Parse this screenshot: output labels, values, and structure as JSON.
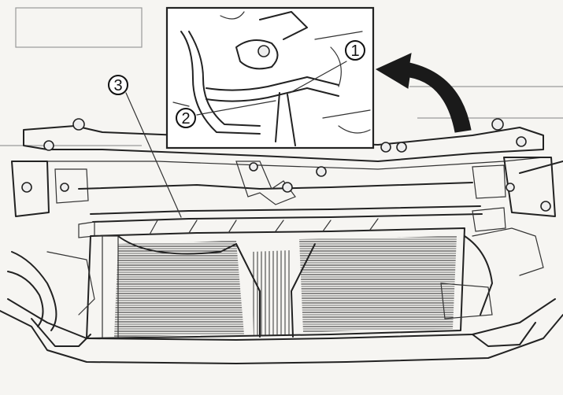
{
  "callouts": [
    {
      "id": "1",
      "label": "1"
    },
    {
      "id": "2",
      "label": "2"
    },
    {
      "id": "3",
      "label": "3"
    }
  ],
  "colors": {
    "ink": "#222222",
    "paper": "#f6f5f2",
    "panel": "#ffffff"
  },
  "icons": [
    "curved-arrow-icon"
  ]
}
